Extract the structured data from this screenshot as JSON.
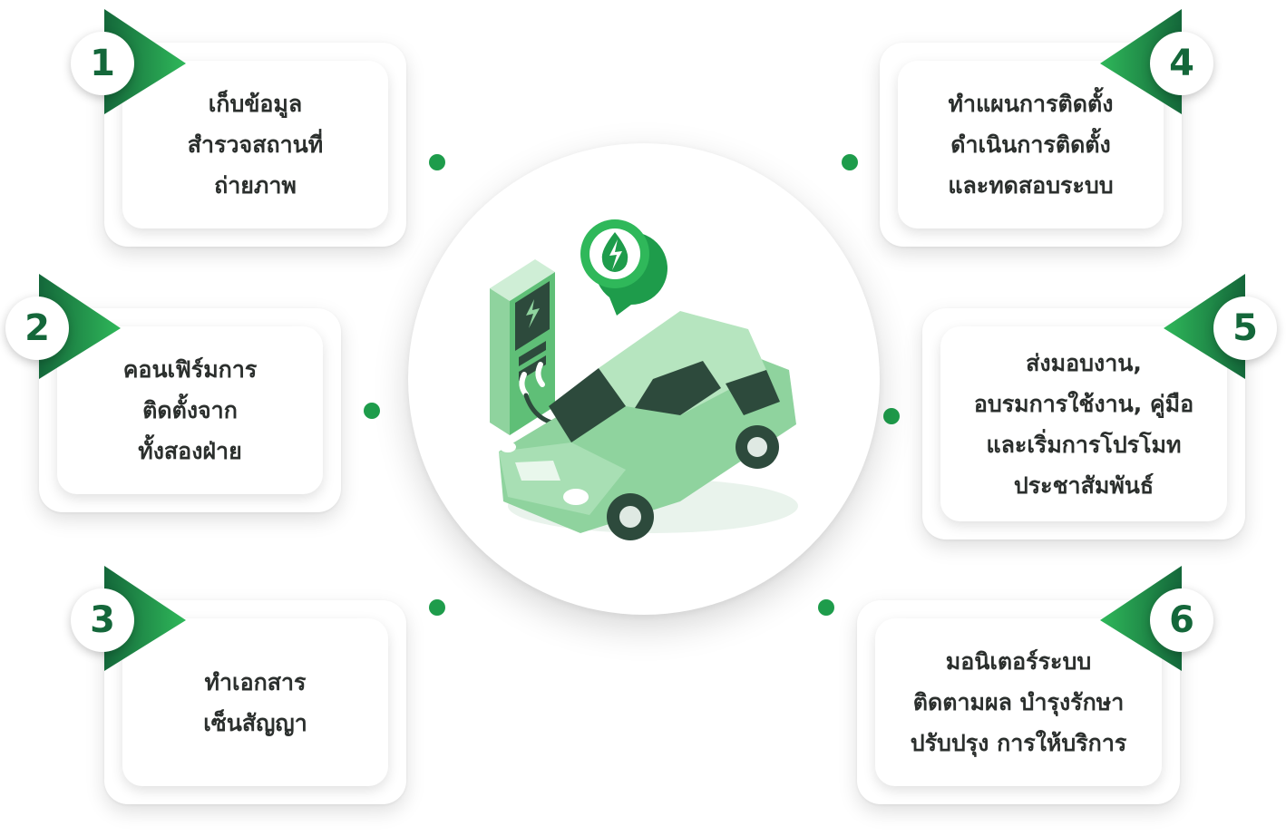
{
  "steps": [
    {
      "number": "1",
      "lines": [
        "เก็บข้อมูล",
        "สำรวจสถานที่",
        "ถ่ายภาพ"
      ]
    },
    {
      "number": "2",
      "lines": [
        "คอนเฟิร์มการ",
        "ติดตั้งจาก",
        "ทั้งสองฝ่าย"
      ]
    },
    {
      "number": "3",
      "lines": [
        "ทำเอกสาร",
        "เซ็นสัญญา"
      ]
    },
    {
      "number": "4",
      "lines": [
        "ทำแผนการติดตั้ง",
        "ดำเนินการติดตั้ง",
        "และทดสอบระบบ"
      ]
    },
    {
      "number": "5",
      "lines": [
        "ส่งมอบงาน,",
        "อบรมการใช้งาน, คู่มือ",
        "และเริ่มการโปรโมท",
        "ประชาสัมพันธ์"
      ]
    },
    {
      "number": "6",
      "lines": [
        "มอนิเตอร์ระบบ",
        "ติดตามผล บำรุงรักษา",
        "ปรับปรุง การให้บริการ"
      ]
    }
  ],
  "colors": {
    "accent_dark": "#14673a",
    "accent": "#1e9c4b",
    "accent_light": "#2fb85a",
    "car_body": "#8fd39e",
    "car_light": "#b6e5bf",
    "text": "#2b2f2d"
  },
  "illustration": {
    "icons": [
      "ev-charging-station-icon",
      "car-icon",
      "lightning-drop-pin-icon"
    ]
  }
}
